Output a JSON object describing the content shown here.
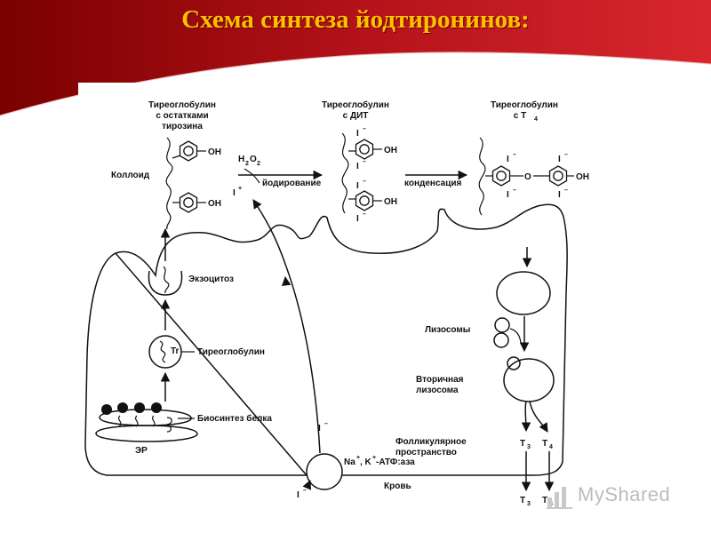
{
  "title": "Схема синтеза йодтиронинов:",
  "colors": {
    "header_dark": "#8b0000",
    "header_red": "#c0141a",
    "title_text": "#ffc000"
  },
  "labels": {
    "tg_tyrosine": [
      "Тиреоглобулин",
      "с остатками",
      "тирозина"
    ],
    "tg_dit": [
      "Тиреоглобулин",
      "с ДИТ"
    ],
    "tg_t4_main": "Тиреоглобулин",
    "tg_t4_prefix": "с Т",
    "sub_4": "4",
    "sub_3": "3",
    "sub_2": "2",
    "oh": "OH",
    "h": "H",
    "o": "O",
    "i": "I",
    "minus": "–",
    "plus": "+",
    "colloid": "Коллоид",
    "iodination": "йодирование",
    "condensation": "конденсация",
    "exocytosis": "Экзоцитоз",
    "thyroglobulin": "Тиреоглобулин",
    "tr": "Tr",
    "protein_biosynthesis": "Биосинтез белка",
    "er": "ЭР",
    "lysosomes": "Лизосомы",
    "secondary_lysosome": [
      "Вторичная",
      "лизосома"
    ],
    "t": "T",
    "follicular_space": [
      "Фолликулярное",
      "пространство"
    ],
    "na": "Na",
    "k": ", K",
    "atpase": "-АТФ:аза",
    "blood": "Кровь"
  },
  "watermark": "MyShared",
  "icons": {
    "watermark_logo": "bar-chart-icon"
  }
}
